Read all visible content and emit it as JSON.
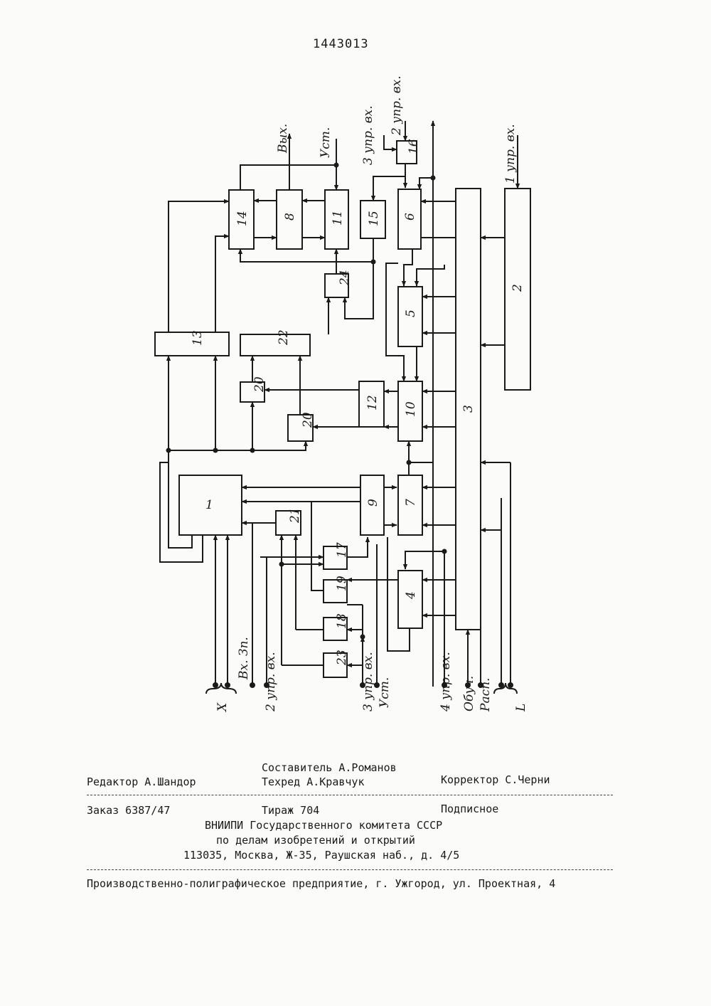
{
  "doc_number": "1443013",
  "diagram": {
    "blocks": [
      "1",
      "2",
      "3",
      "4",
      "5",
      "6",
      "7",
      "8",
      "9",
      "10",
      "11",
      "12",
      "13",
      "14",
      "15",
      "16",
      "17",
      "18",
      "19",
      "20",
      "20",
      "21",
      "22",
      "23",
      "24"
    ],
    "signals": {
      "out": "Вых.",
      "set_top": "Уст.",
      "ctrl3_top": "3 упр. вх.",
      "ctrl2_top": "2 упр. вх.",
      "ctrl1": "1 упр. вх.",
      "x": "X",
      "write_in": "Вх. Зп.",
      "ctrl2_bottom": "2 упр. вх.",
      "ctrl3_bottom": "3 упр. вх.",
      "set_bottom": "Уст.",
      "ctrl4": "4 упр. вх.",
      "train": "Обуч.",
      "recog": "Расп.",
      "l": "L"
    }
  },
  "imprint": {
    "editor": "Редактор А.Шандор",
    "compiler": "Составитель А.Романов",
    "techred": "Техред А.Кравчук",
    "corrector": "Корректор С.Черни",
    "order": "Заказ 6387/47",
    "circulation": "Тираж 704",
    "subscription": "Подписное",
    "org_line1": "ВНИИПИ Государственного комитета СССР",
    "org_line2": "по делам изобретений и открытий",
    "address": "113035, Москва, Ж-35, Раушская наб., д. 4/5",
    "printer": "Производственно-полиграфическое предприятие, г. Ужгород, ул. Проектная, 4"
  }
}
